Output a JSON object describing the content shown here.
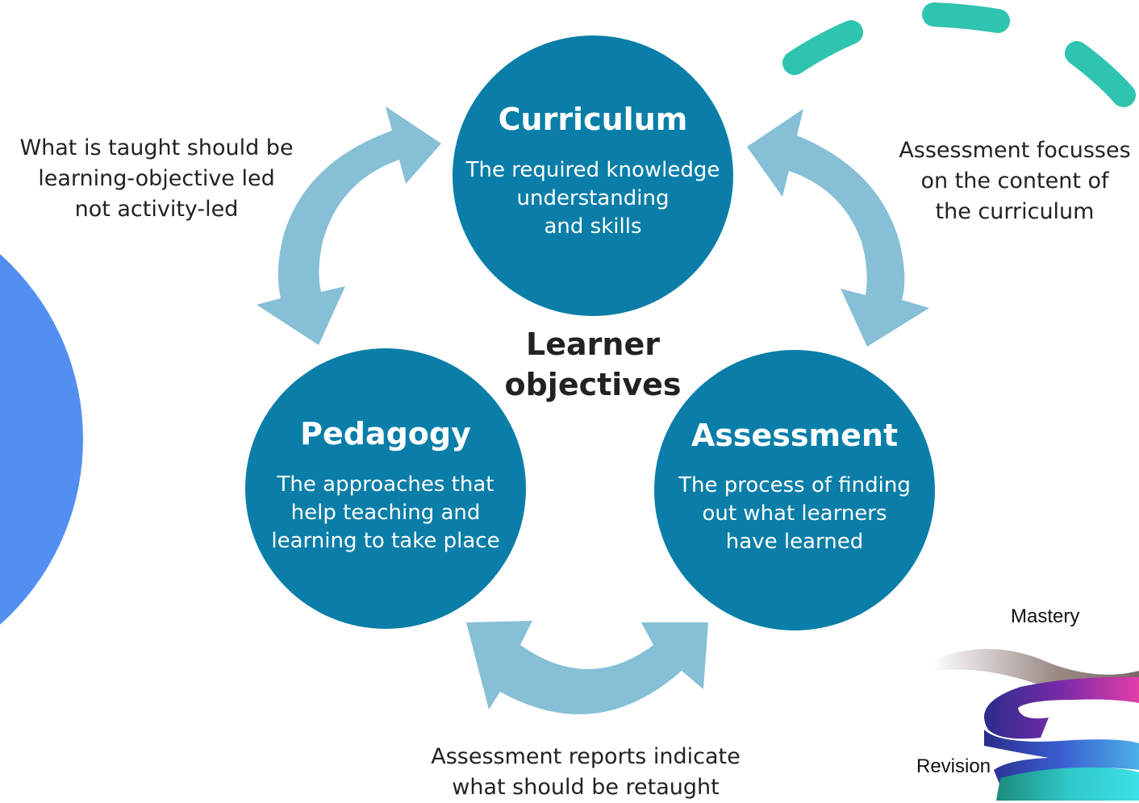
{
  "colors": {
    "circle_fill": "#0a7ea8",
    "arrow_fill": "#86bfd6",
    "dash_color": "#2ec4b0",
    "side_circle": "#528ff0"
  },
  "center": {
    "lines": [
      "Learner",
      "objectives"
    ]
  },
  "nodes": {
    "curriculum": {
      "title": "Curriculum",
      "desc": [
        "The required knowledge",
        "understanding",
        "and skills"
      ]
    },
    "pedagogy": {
      "title": "Pedagogy",
      "desc": [
        "The approaches that",
        "help teaching and",
        "learning to take place"
      ]
    },
    "assessment": {
      "title": "Assessment",
      "desc": [
        "The process of finding",
        "out what learners",
        "have learned"
      ]
    }
  },
  "links": {
    "left": [
      "What is taught should be",
      "learning-objective led",
      "not activity-led"
    ],
    "right": [
      "Assessment focusses",
      "on the content of",
      "the curriculum"
    ],
    "bottom": [
      "Assessment reports indicate",
      "what should be retaught"
    ]
  },
  "spiral": {
    "top_label": "Mastery",
    "bottom_label": "Revision"
  },
  "icons": [
    "cycle-arrow-icon",
    "spiral-graphic"
  ]
}
